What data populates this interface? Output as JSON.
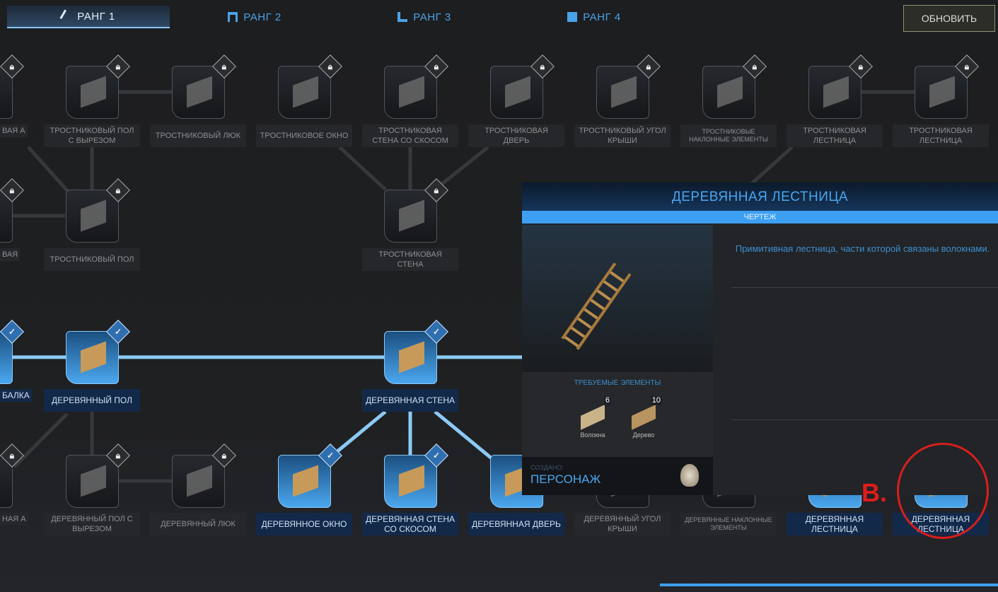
{
  "tabs": [
    {
      "label": "РАНГ 1",
      "icon": "hammer-icon",
      "active": true
    },
    {
      "label": "РАНГ 2",
      "icon": "workbench-icon"
    },
    {
      "label": "РАНГ 3",
      "icon": "machine-icon"
    },
    {
      "label": "РАНГ 4",
      "icon": "station-icon"
    }
  ],
  "refresh_label": "ОБНОВИТЬ",
  "partial_labels": [
    {
      "text": "ВАЯ А",
      "state": "locked"
    },
    {
      "text": "ВАЯ",
      "state": "locked"
    },
    {
      "text": "БАЛКА",
      "state": "unlocked"
    },
    {
      "text": "НАЯ А",
      "state": "locked"
    }
  ],
  "nodes": [
    {
      "label": "ТРОСТНИКОВЫЙ ПОЛ С ВЫРЕЗОМ",
      "state": "locked"
    },
    {
      "label": "ТРОСТНИКОВЫЙ ЛЮК",
      "state": "locked"
    },
    {
      "label": "ТРОСТНИКОВОЕ ОКНО",
      "state": "locked"
    },
    {
      "label": "ТРОСТНИКОВАЯ СТЕНА СО СКОСОМ",
      "state": "locked"
    },
    {
      "label": "ТРОСТНИКОВАЯ ДВЕРЬ",
      "state": "locked"
    },
    {
      "label": "ТРОСТНИКОВЫЙ УГОЛ КРЫШИ",
      "state": "locked"
    },
    {
      "label": "ТРОСТНИКОВЫЕ НАКЛОННЫЕ ЭЛЕМЕНТЫ",
      "state": "locked"
    },
    {
      "label": "ТРОСТНИКОВАЯ ЛЕСТНИЦА",
      "state": "locked"
    },
    {
      "label": "ТРОСТНИКОВАЯ ЛЕСТНИЦА",
      "state": "locked"
    },
    {
      "label": "ТРОСТНИКОВЫЙ ПОЛ",
      "state": "locked"
    },
    {
      "label": "ТРОСТНИКОВАЯ СТЕНА",
      "state": "locked"
    },
    {
      "label": "ДЕРЕВЯННЫЙ ПОЛ",
      "state": "unlocked"
    },
    {
      "label": "ДЕРЕВЯННАЯ СТЕНА",
      "state": "unlocked"
    },
    {
      "label": "ДЕРЕВЯННЫЙ ПОЛ С ВЫРЕЗОМ",
      "state": "locked"
    },
    {
      "label": "ДЕРЕВЯННЫЙ ЛЮК",
      "state": "locked"
    },
    {
      "label": "ДЕРЕВЯННОЕ ОКНО",
      "state": "unlocked"
    },
    {
      "label": "ДЕРЕВЯННАЯ СТЕНА СО СКОСОМ",
      "state": "unlocked"
    },
    {
      "label": "ДЕРЕВЯННАЯ ДВЕРЬ",
      "state": "unlocked"
    },
    {
      "label": "ДЕРЕВЯННЫЙ УГОЛ КРЫШИ",
      "state": "locked"
    },
    {
      "label": "ДЕРЕВЯННЫЕ НАКЛОННЫЕ ЭЛЕМЕНТЫ",
      "state": "locked"
    },
    {
      "label": "ДЕРЕВЯННАЯ ЛЕСТНИЦА",
      "state": "unlocked"
    },
    {
      "label": "ДЕРЕВЯННАЯ ЛЕСТНИЦА",
      "state": "unlocked"
    }
  ],
  "popup": {
    "title": "ДЕРЕВЯННАЯ ЛЕСТНИЦА",
    "subtitle": "ЧЕРТЕЖ",
    "description": "Примитивная лестница, части которой связаны волокнами.",
    "required_title": "ТРЕБУЕМЫЕ ЭЛЕМЕНТЫ",
    "resources": [
      {
        "name": "Волокна",
        "count": "6"
      },
      {
        "name": "Дерево",
        "count": "10"
      }
    ],
    "created_label": "СОЗДАНО:",
    "created_value": "ПЕРСОНАЖ"
  },
  "annotation": "B.",
  "colors": {
    "accent": "#3d9ff1",
    "annotation": "#d81e1e"
  }
}
